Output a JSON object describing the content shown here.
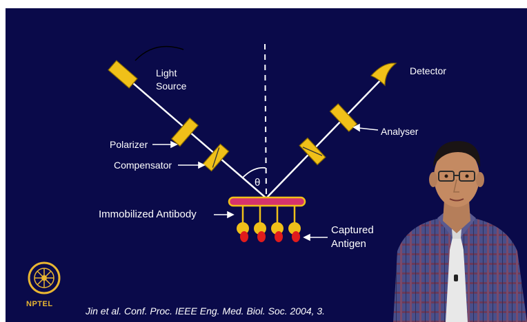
{
  "diagram": {
    "light_source_label": [
      "Light",
      "Source"
    ],
    "detector_label": "Detector",
    "polarizer_label": "Polarizer",
    "compensator_label": "Compensator",
    "analyser_label": "Analyser",
    "angle_label": "θ",
    "antibody_label": "Immobilized Antibody",
    "antigen_label": [
      "Captured",
      "Antigen"
    ]
  },
  "citation": "Jin et al. Conf. Proc. IEEE Eng. Med. Biol. Soc. 2004, 3.",
  "logo_text": "NPTEL",
  "colors": {
    "background": "#0a0a4a",
    "component_fill": "#f0c019",
    "beam": "#ffffff",
    "substrate": "#d6336c",
    "antibody": "#f0c019",
    "antigen": "#e01c1c",
    "logo": "#e9b632"
  }
}
